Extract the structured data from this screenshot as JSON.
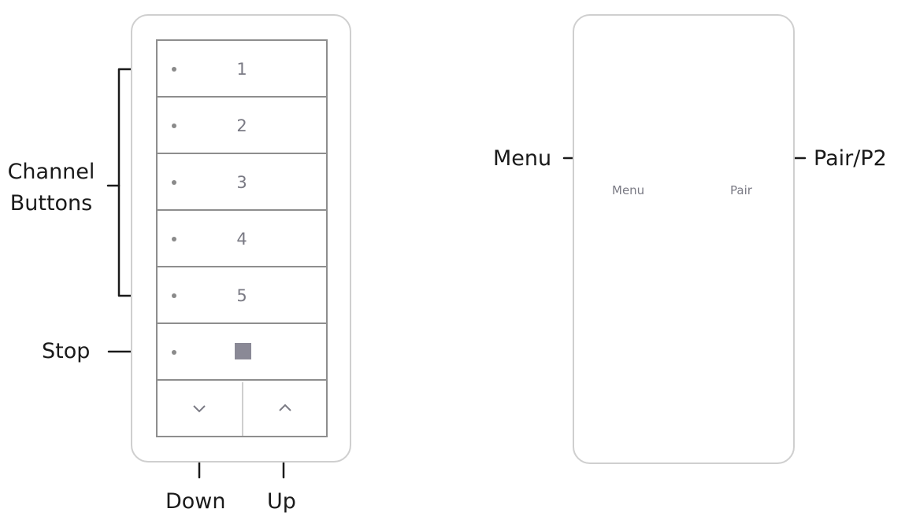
{
  "front_remote": {
    "channel_buttons": [
      {
        "label": "1"
      },
      {
        "label": "2"
      },
      {
        "label": "3"
      },
      {
        "label": "4"
      },
      {
        "label": "5"
      }
    ],
    "down_glyph": "⌄",
    "up_glyph": "^"
  },
  "callouts": {
    "channel_buttons": "Channel\nButtons",
    "channel_line1": "Channel",
    "channel_line2": "Buttons",
    "stop": "Stop",
    "down": "Down",
    "up": "Up",
    "menu": "Menu",
    "pair_p2": "Pair/P2"
  },
  "back_remote": {
    "menu_label": "Menu",
    "pair_label": "Pair"
  },
  "colors": {
    "outline": "#cfcfcf",
    "panel_border": "#8e8e8e",
    "label_gray": "#7a7a84",
    "stop_fill": "#8a8996",
    "arrow": "#1a1a1a"
  },
  "icons": {
    "stop": "stop-square-icon",
    "down": "chevron-down-icon",
    "up": "chevron-up-icon",
    "led": "led-dot-icon"
  }
}
